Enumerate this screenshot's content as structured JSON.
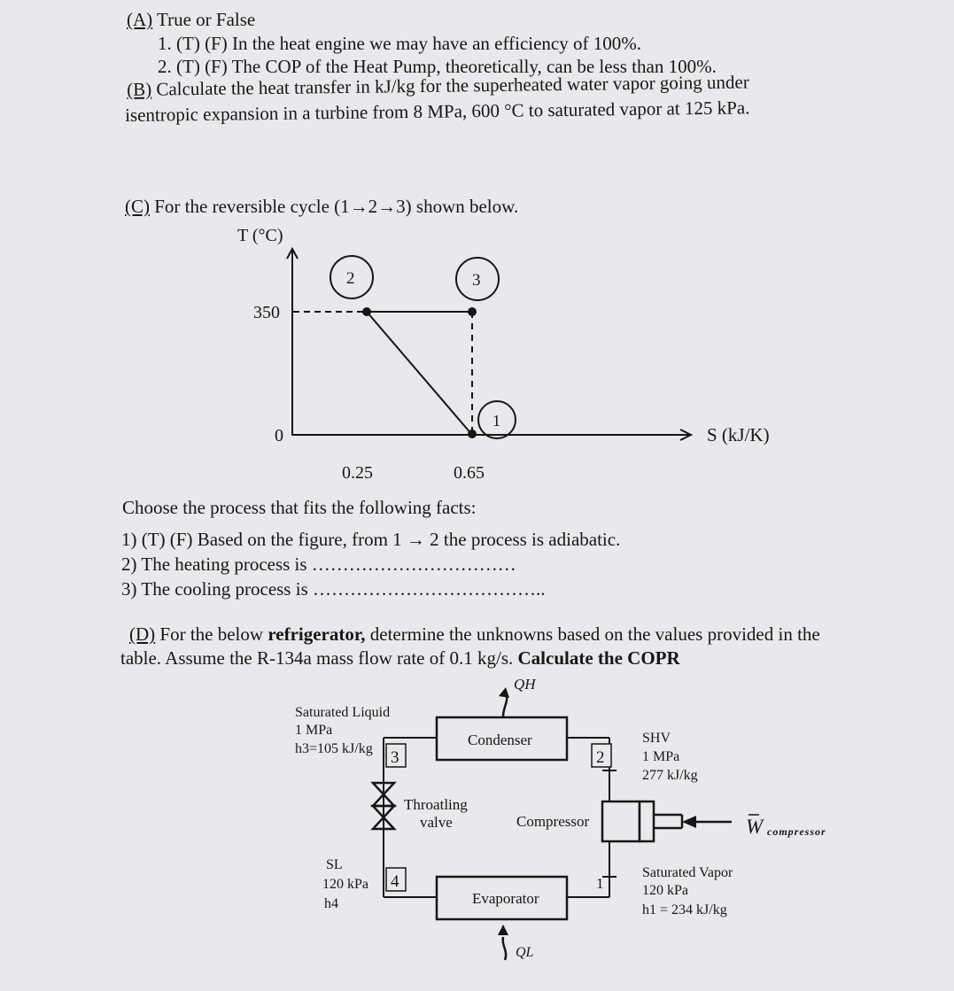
{
  "part_a": {
    "label": "(A)",
    "title": "True or False",
    "q1": "1.  (T) (F) In the heat engine we may have an efficiency of 100%.",
    "q2": "2.  (T) (F) The COP of the Heat Pump, theoretically, can be less than 100%."
  },
  "part_b": {
    "label": "(B)",
    "line1": "Calculate the heat transfer in kJ/kg for the superheated water vapor going under",
    "line2": "isentropic expansion in a turbine from 8 MPa, 600 °C to saturated vapor at 125 kPa."
  },
  "part_c": {
    "label": "(C)",
    "title": "For the reversible cycle (1→2→3) shown below.",
    "y_axis_label": "T (°C)",
    "x_axis_label": "S (kJ/K)",
    "y_tick_350": "350",
    "y_tick_0": "0",
    "x_tick_025": "0.25",
    "x_tick_065": "0.65",
    "state1": "1",
    "state2": "2",
    "state3": "3",
    "prompt": "Choose the process that fits the following facts:",
    "q1": "1) (T) (F) Based on the figure, from 1 → 2 the process is adiabatic.",
    "q2": "2) The heating process is ……………………………",
    "q3": "3) The cooling process is ……………………………….."
  },
  "part_d": {
    "label": "(D)",
    "line1_pre": "For the below ",
    "line1_bold": "refrigerator,",
    "line1_post": " determine the unknowns based on the values provided in the",
    "line2_pre": "table. Assume the R-134a mass flow rate of 0.1 kg/s. ",
    "line2_bold": "Calculate the COPR",
    "qh": "QH",
    "ql": "QL",
    "condenser": "Condenser",
    "evaporator": "Evaporator",
    "compressor": "Compressor",
    "throttling_1": "Throatling",
    "throttling_2": "valve",
    "w_compressor": "W",
    "w_subscript": "compressor",
    "s1": "1",
    "s2": "2",
    "s3": "3",
    "s4": "4",
    "state3_l1": "Saturated Liquid",
    "state3_l2": "1 MPa",
    "state3_l3": "h3=105 kJ/kg",
    "state2_l1": "SHV",
    "state2_l2": "1 MPa",
    "state2_l3": "277 kJ/kg",
    "state4_l1": "SL",
    "state4_l2": "120 kPa",
    "state4_l3": "h4",
    "state1_l1": "Saturated Vapor",
    "state1_l2": "120 kPa",
    "state1_l3": "h1 = 234 kJ/kg"
  }
}
